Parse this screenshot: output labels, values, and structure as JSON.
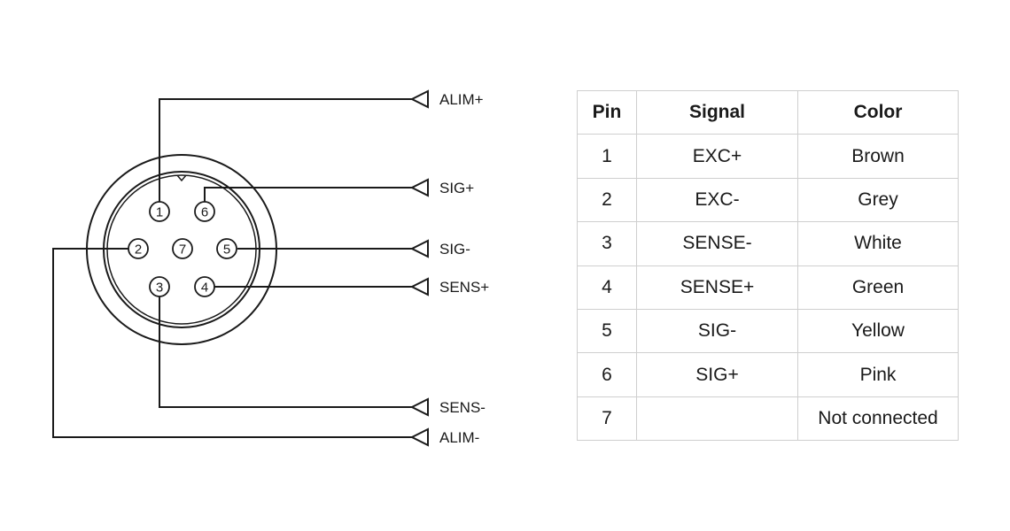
{
  "connector": {
    "pins": [
      {
        "number": "1"
      },
      {
        "number": "2"
      },
      {
        "number": "3"
      },
      {
        "number": "4"
      },
      {
        "number": "5"
      },
      {
        "number": "6"
      },
      {
        "number": "7"
      }
    ],
    "wire_labels": [
      "ALIM+",
      "SIG+",
      "SIG-",
      "SENS+",
      "SENS-",
      "ALIM-"
    ]
  },
  "table": {
    "headers": {
      "pin": "Pin",
      "signal": "Signal",
      "color": "Color"
    },
    "rows": [
      {
        "pin": "1",
        "signal": "EXC+",
        "color": "Brown"
      },
      {
        "pin": "2",
        "signal": "EXC-",
        "color": "Grey"
      },
      {
        "pin": "3",
        "signal": "SENSE-",
        "color": "White"
      },
      {
        "pin": "4",
        "signal": "SENSE+",
        "color": "Green"
      },
      {
        "pin": "5",
        "signal": "SIG-",
        "color": "Yellow"
      },
      {
        "pin": "6",
        "signal": "SIG+",
        "color": "Pink"
      },
      {
        "pin": "7",
        "signal": "",
        "color": "Not connected"
      }
    ]
  }
}
